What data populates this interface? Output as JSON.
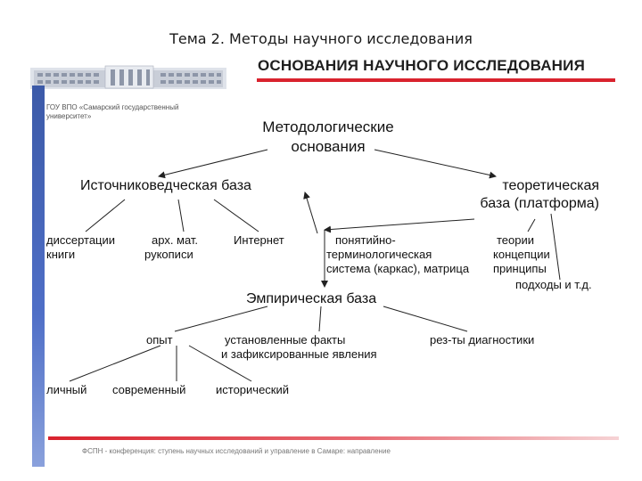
{
  "slide": {
    "title": "Тема 2. Методы научного исследования",
    "banner": "ОСНОВАНИЯ НАУЧНОГО ИССЛЕДОВАНИЯ",
    "university": "ГОУ ВПО «Самарский государственный университет»",
    "footer": "ФСПН - конференция: ступень научных исследований и управление в Самаре: направление"
  },
  "diagram": {
    "root": [
      "Методологические",
      "основания"
    ],
    "source_base": "Источниковедческая база",
    "theory_base": [
      "теоретическая",
      "база (платформа)"
    ],
    "empirical_base": "Эмпирическая база",
    "sources": {
      "dissertations": [
        "диссертации",
        "книги"
      ],
      "archives": [
        "арх. мат.",
        "рукописи"
      ],
      "internet": "Интернет"
    },
    "theory": {
      "conceptual": [
        "понятийно-",
        "терминологическая",
        "система (каркас), матрица"
      ],
      "principles": [
        "теории",
        "концепции",
        "принципы"
      ],
      "approaches": "подходы и т.д."
    },
    "empirical": {
      "experience": "опыт",
      "facts": [
        "установленные  факты",
        "и зафиксированные явления"
      ],
      "diagnostics": "рез-ты диагностики"
    },
    "experience_types": {
      "personal": "личный",
      "modern": "современный",
      "historical": "исторический"
    }
  },
  "colors": {
    "accent_red": "#d9232e",
    "accent_blue": "#3c5aa8"
  }
}
